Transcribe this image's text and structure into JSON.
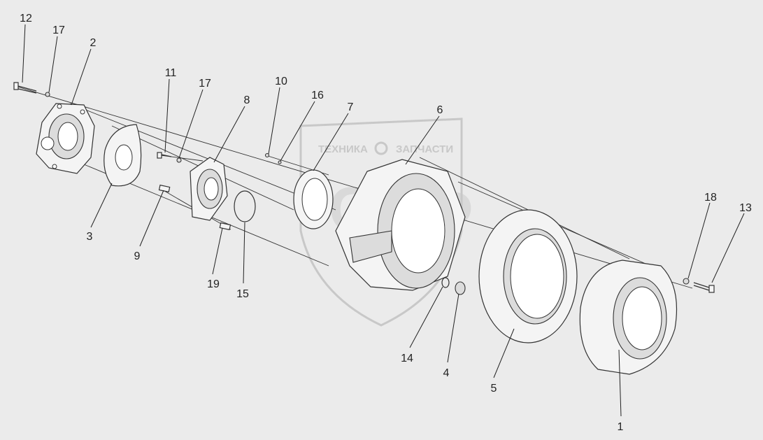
{
  "watermark": {
    "text_left": "ТЕХНИКА",
    "text_right": "ЗАПЧАСТИ",
    "logo_letters": "СПФ"
  },
  "callouts": [
    "1",
    "2",
    "3",
    "4",
    "5",
    "6",
    "7",
    "8",
    "9",
    "10",
    "11",
    "12",
    "13",
    "14",
    "15",
    "16",
    "17",
    "18",
    "19"
  ],
  "colors": {
    "background": "#ebebeb",
    "line": "#333333",
    "watermark": "#c8c8c8"
  }
}
